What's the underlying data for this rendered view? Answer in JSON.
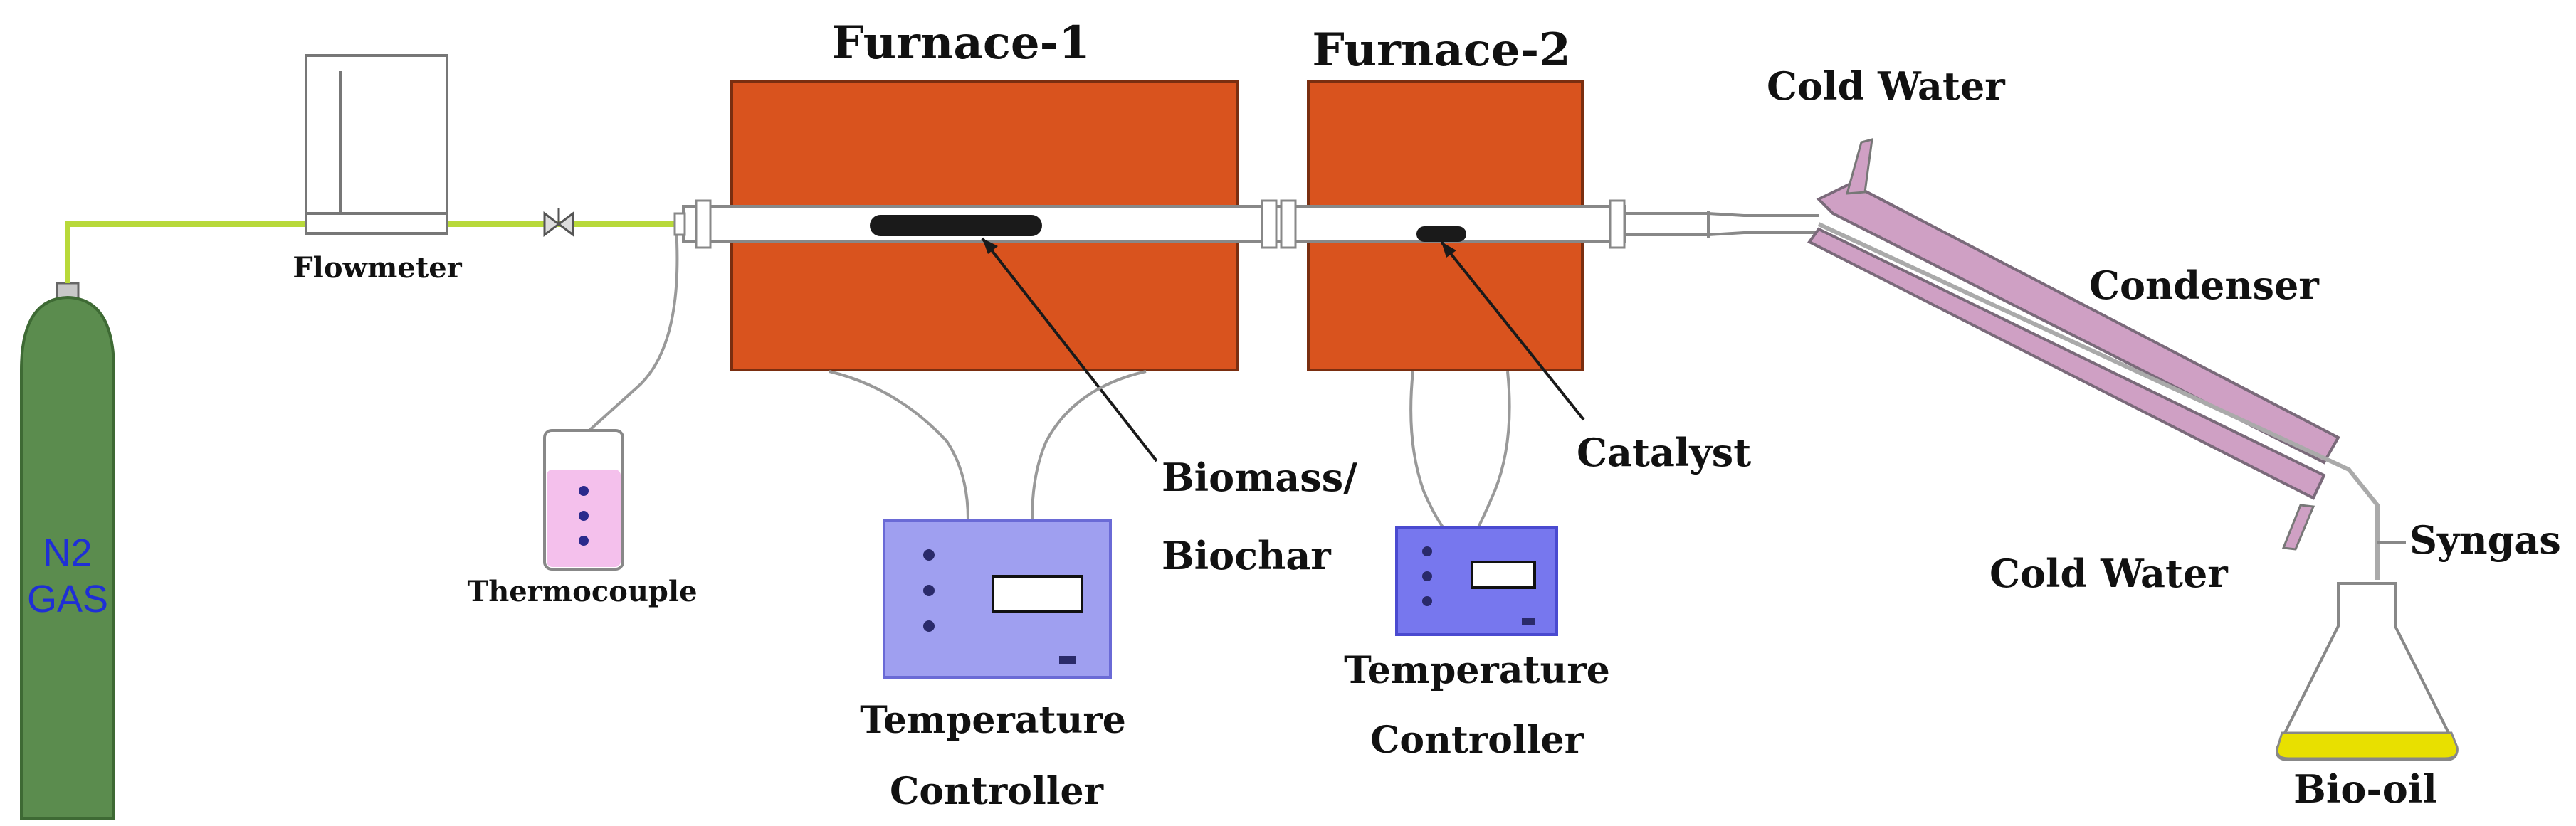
{
  "labels": {
    "cylinder_line1": "N2",
    "cylinder_line2": "GAS",
    "flowmeter": "Flowmeter",
    "thermocouple": "Thermocouple",
    "furnace1": "Furnace-1",
    "furnace2": "Furnace-2",
    "biomass_line1": "Biomass/",
    "biomass_line2": "Biochar",
    "catalyst": "Catalyst",
    "controller1_line1": "Temperature",
    "controller1_line2": "Controller",
    "controller2_line1": "Temperature",
    "controller2_line2": "Controller",
    "cold_water_top": "Cold Water",
    "cold_water_bottom": "Cold Water",
    "condenser": "Condenser",
    "syngas": "Syngas",
    "bio_oil": "Bio-oil"
  },
  "colors": {
    "cylinder": "#5b8c4e",
    "cylinder_text": "#1f2fd6",
    "gas_line": "#b8d93a",
    "furnace": "#d9531e",
    "condenser": "#cfa0c4",
    "controller": "#9f9ff0",
    "bio_oil": "#e8e000",
    "thermocouple_liquid": "#f4c0ec"
  }
}
